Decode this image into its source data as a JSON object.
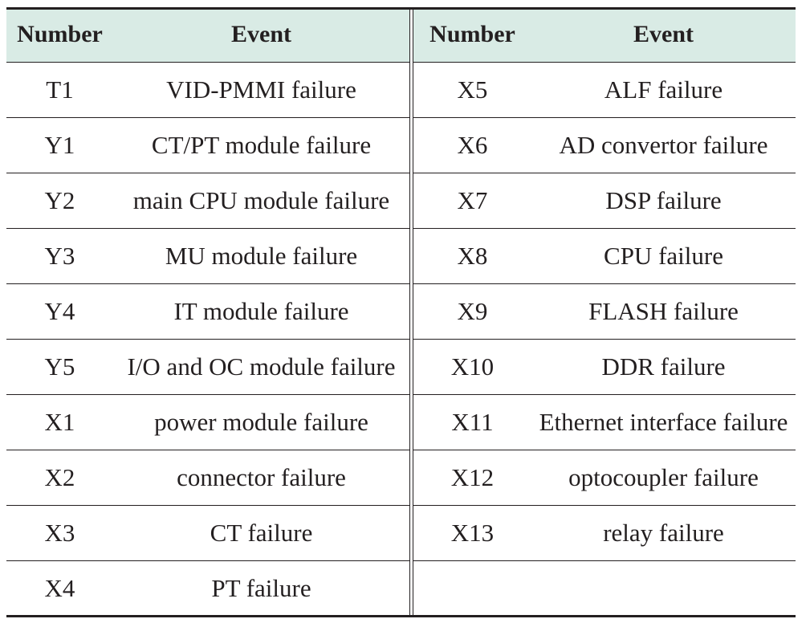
{
  "headers": {
    "number": "Number",
    "event": "Event"
  },
  "left_rows": [
    {
      "number": "T1",
      "event": "VID-PMMI failure"
    },
    {
      "number": "Y1",
      "event": "CT/PT module failure"
    },
    {
      "number": "Y2",
      "event": "main CPU module failure"
    },
    {
      "number": "Y3",
      "event": "MU module failure"
    },
    {
      "number": "Y4",
      "event": "IT module failure"
    },
    {
      "number": "Y5",
      "event": "I/O and OC module failure"
    },
    {
      "number": "X1",
      "event": "power module failure"
    },
    {
      "number": "X2",
      "event": "connector failure"
    },
    {
      "number": "X3",
      "event": "CT failure"
    },
    {
      "number": "X4",
      "event": "PT failure"
    }
  ],
  "right_rows": [
    {
      "number": "X5",
      "event": "ALF failure"
    },
    {
      "number": "X6",
      "event": "AD convertor failure"
    },
    {
      "number": "X7",
      "event": "DSP failure"
    },
    {
      "number": "X8",
      "event": "CPU failure"
    },
    {
      "number": "X9",
      "event": "FLASH failure"
    },
    {
      "number": "X10",
      "event": "DDR failure"
    },
    {
      "number": "X11",
      "event": "Ethernet interface failure"
    },
    {
      "number": "X12",
      "event": "optocoupler failure"
    },
    {
      "number": "X13",
      "event": "relay failure"
    }
  ],
  "colors": {
    "header_bg": "#d9ebe5",
    "rule": "#231f20"
  }
}
